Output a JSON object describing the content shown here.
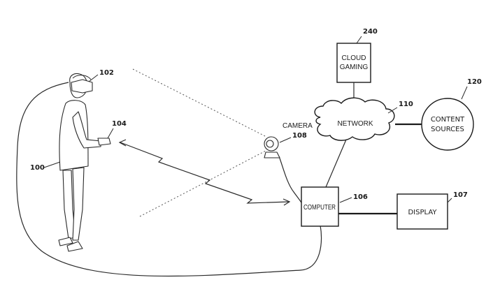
{
  "labels": {
    "cloud_gaming_line1": "CLOUD",
    "cloud_gaming_line2": "GAMING",
    "network": "NETWORK",
    "content_sources_line1": "CONTENT",
    "content_sources_line2": "SOURCES",
    "camera": "CAMERA",
    "computer": "COMPUTER",
    "display": "DISPLAY"
  },
  "reference_numerals": {
    "user": "100",
    "hmd": "102",
    "controller": "104",
    "computer": "106",
    "display": "107",
    "camera": "108",
    "network": "110",
    "content_sources": "120",
    "cloud_gaming": "240"
  }
}
